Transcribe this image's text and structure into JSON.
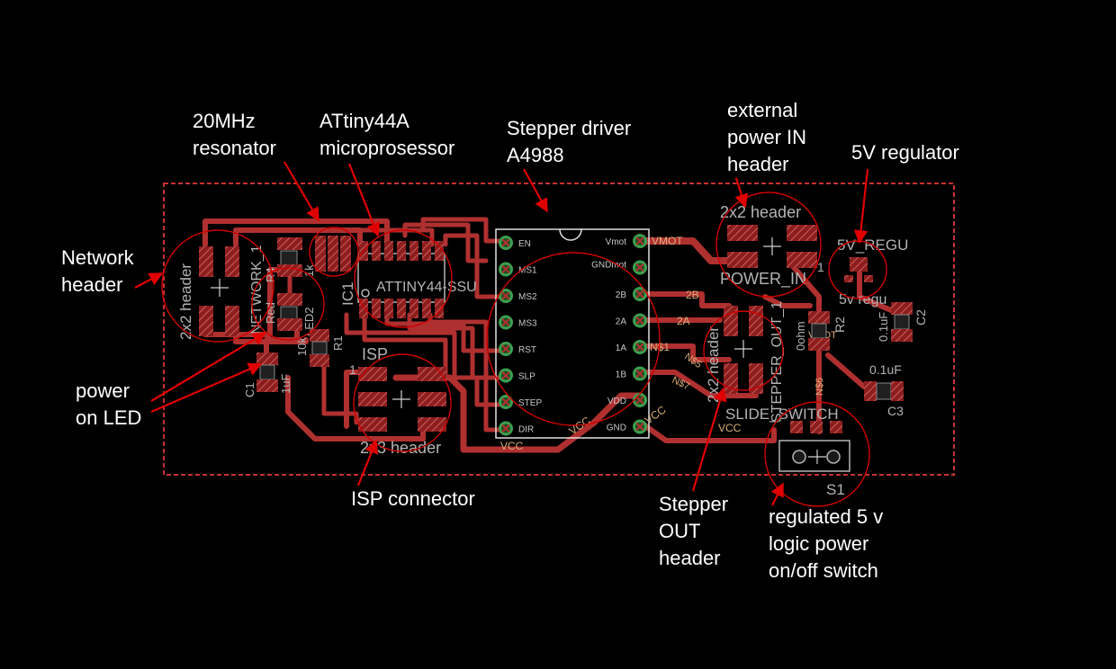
{
  "annotations": {
    "network_header": [
      "Network",
      "header"
    ],
    "resonator": [
      "20MHz",
      "resonator"
    ],
    "microprocessor": [
      "ATtiny44A",
      "microprosessor"
    ],
    "stepper_driver": [
      "Stepper driver",
      "A4988"
    ],
    "power_in": [
      "external",
      "power IN",
      "header"
    ],
    "regulator": "5V regulator",
    "power_led": [
      "power",
      "on LED"
    ],
    "isp_connector": "ISP connector",
    "stepper_out": [
      "Stepper",
      "OUT",
      "header"
    ],
    "switch": [
      "regulated 5 v",
      "logic power",
      "on/off switch"
    ]
  },
  "silkscreen": {
    "network_header": "2x2 header",
    "network_name": "NETWORK_1",
    "r4": "R4",
    "r4_value": "1k",
    "red": "Red",
    "led2": "LED2",
    "r1": "R1",
    "r1_value": "10k",
    "c1": "C1",
    "c1_value": "1uF",
    "ic1": "IC1",
    "ic_name": "ATTINY44-SSU",
    "isp": "ISP",
    "isp_pin1": "1",
    "isp_header": "2x3 header",
    "power_header": "2x2 header",
    "power_name": "POWER_IN",
    "power_pin1": "1",
    "regu_name": "5V_REGU",
    "regu_value": "5v regu",
    "r2": "R2",
    "r2_value": "0ohm",
    "c2": "C2",
    "c2_value": "0.1uF",
    "c3": "C3",
    "c3_value": "0.1uF",
    "stepper_out_header": "2x2 header",
    "stepper_out_name": "STEPPER_OUT_1",
    "slide_switch": "SLIDE_SWITCH",
    "s1": "S1"
  },
  "driver_pins_left": [
    "EN",
    "MS1",
    "MS2",
    "MS3",
    "RST",
    "SLP",
    "STEP",
    "DIR"
  ],
  "driver_pins_right": [
    "Vmot",
    "GNDmot",
    "2B",
    "2A",
    "1A",
    "1B",
    "VDD",
    "GND"
  ],
  "nets": {
    "vmot": "VMOT",
    "n2b": "2B",
    "n2a": "2A",
    "n1": "N$1",
    "n5": "N$5",
    "n7": "N$7",
    "n6": "N$6",
    "vcc": "VCC",
    "vmot_r2": "VMOT"
  },
  "colors": {
    "background": "#000000",
    "trace": "#b03030",
    "pad": "#b42a2a",
    "silkscreen": "#b4b4b4",
    "annotation": "#ffffff",
    "highlight": "#d00000",
    "via": "#3aa050"
  }
}
